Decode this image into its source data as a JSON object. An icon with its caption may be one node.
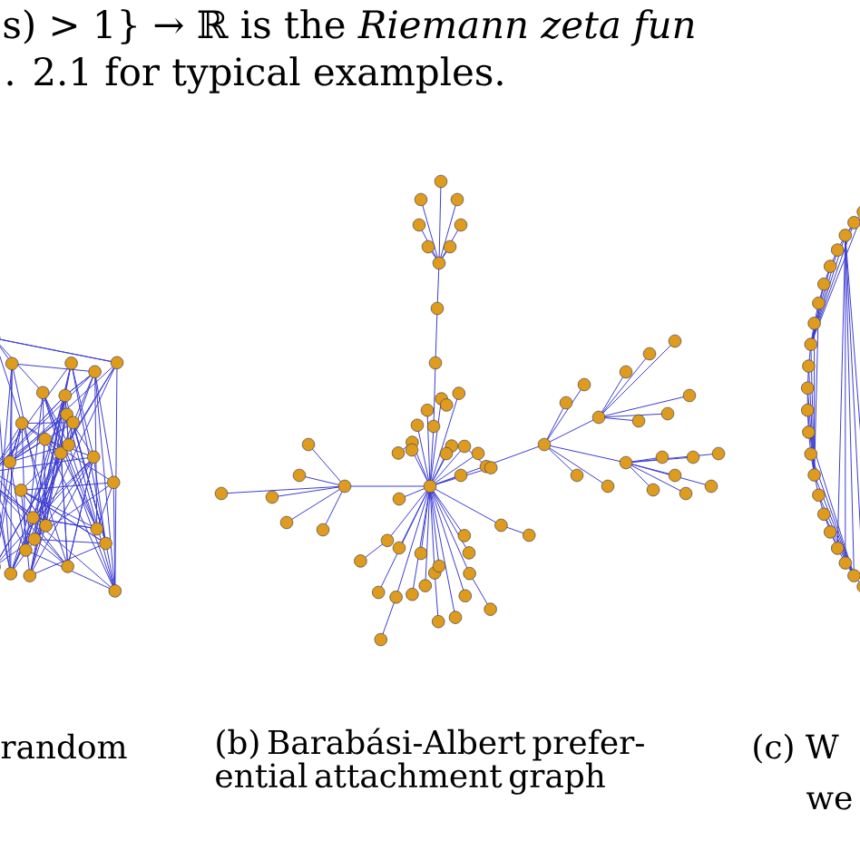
{
  "diagram": {
    "labels": [
      "s) > 1} → ℝ is the *Riemann zeta fun*",
      ". 2.1 for typical examples.",
      "random",
      "(b) Barabási-Albert prefer- ential attachment graph",
      "(c) W",
      "we"
    ]
  }
}
